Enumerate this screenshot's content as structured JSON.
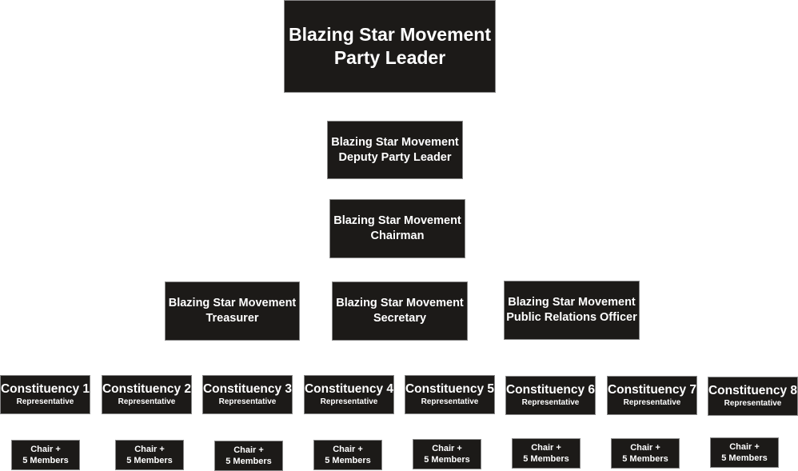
{
  "leader": {
    "line1": "Blazing Star Movement",
    "line2": "Party Leader"
  },
  "deputy": {
    "line1": "Blazing Star Movement",
    "line2": "Deputy Party Leader"
  },
  "chairman": {
    "line1": "Blazing Star Movement",
    "line2": "Chairman"
  },
  "treasurer": {
    "line1": "Blazing Star Movement",
    "line2": "Treasurer"
  },
  "secretary": {
    "line1": "Blazing Star Movement",
    "line2": "Secretary"
  },
  "pro": {
    "line1": "Blazing Star Movement",
    "line2": "Public Relations Officer"
  },
  "constituencies": [
    {
      "name": "Constituency 1",
      "role": "Representative",
      "chair": "Chair +",
      "members": "5 Members"
    },
    {
      "name": "Constituency 2",
      "role": "Representative",
      "chair": "Chair +",
      "members": "5 Members"
    },
    {
      "name": "Constituency 3",
      "role": "Representative",
      "chair": "Chair +",
      "members": "5 Members"
    },
    {
      "name": "Constituency 4",
      "role": "Representative",
      "chair": "Chair +",
      "members": "5 Members"
    },
    {
      "name": "Constituency 5",
      "role": "Representative",
      "chair": "Chair +",
      "members": "5 Members"
    },
    {
      "name": "Constituency 6",
      "role": "Representative",
      "chair": "Chair +",
      "members": "5 Members"
    },
    {
      "name": "Constituency 7",
      "role": "Representative",
      "chair": "Chair +",
      "members": "5 Members"
    },
    {
      "name": "Constituency 8",
      "role": "Representative",
      "chair": "Chair +",
      "members": "5 Members"
    }
  ]
}
